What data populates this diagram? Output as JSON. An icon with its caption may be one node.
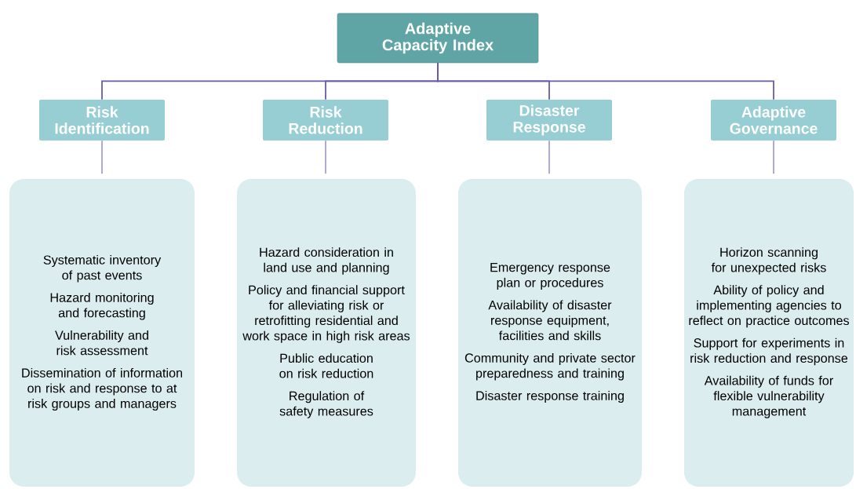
{
  "diagram": {
    "nodes": [
      {
        "text": [
          "Adaptive Capacity Index"
        ]
      },
      {
        "text": [
          "Risk Identification"
        ]
      },
      {
        "text": [
          "Risk Reduction"
        ]
      },
      {
        "text": [
          "Disaster Response"
        ]
      },
      {
        "text": [
          "Adaptive Governance"
        ]
      },
      {
        "text": [
          "Systematic inventory of past events",
          "Hazard monitoring and forecasting",
          "Vulnerability and risk assessment",
          "Dissemination of information on risk and response to at risk groups  and managers"
        ]
      },
      {
        "text": [
          "Hazard consideration in land use and planning",
          "Policy and financial support for alleviating risk or retrofitting residential and work space in high risk areas",
          "Public education on risk reduction",
          "Regulation of safety measures"
        ]
      },
      {
        "text": [
          "Emergency response plan or procedures",
          "Availability of disaster response equipment, facilities and skills",
          "Community and private sector preparedness and training",
          "Disaster response training"
        ]
      },
      {
        "text": [
          "Horizon scanning for unexpected risks",
          "Ability of policy and implementing agencies to reflect on practice outcomes",
          "Support for experiments in risk reduction and response",
          "Availability of funds for flexible vulnerability management"
        ]
      }
    ],
    "edges": [
      {
        "from": 0,
        "to": 1,
        "arrow": "none"
      },
      {
        "from": 0,
        "to": 2,
        "arrow": "none"
      },
      {
        "from": 0,
        "to": 3,
        "arrow": "none"
      },
      {
        "from": 0,
        "to": 4,
        "arrow": "none"
      },
      {
        "from": 1,
        "to": 5,
        "arrow": "none",
        "color": "#a99fd0"
      },
      {
        "from": 2,
        "to": 6,
        "arrow": "none",
        "color": "#a99fd0"
      },
      {
        "from": 3,
        "to": 7,
        "arrow": "none",
        "color": "#a99fd0"
      },
      {
        "from": 4,
        "to": 8,
        "arrow": "none",
        "color": "#a99fd0"
      }
    ]
  }
}
